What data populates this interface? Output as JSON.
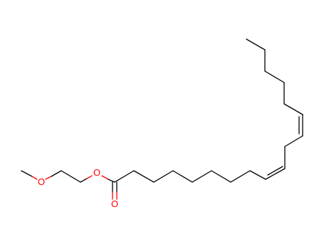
{
  "colors": {
    "background": "#ffffff",
    "carbon_bond": "#000000",
    "oxygen": "#ff0000"
  },
  "molecule": {
    "atom_labels": {
      "methoxy_oxygen": "O",
      "ester_oxygen": "O",
      "carbonyl_oxygen": "O"
    }
  }
}
